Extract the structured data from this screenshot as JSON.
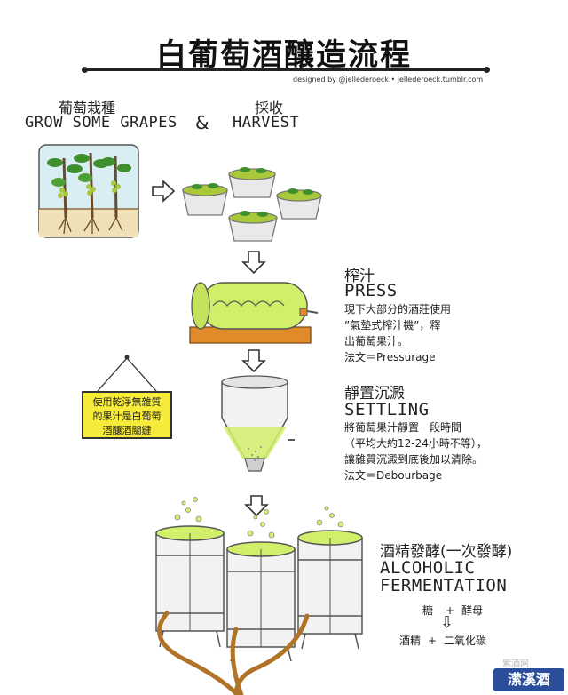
{
  "title": "白葡萄酒釀造流程",
  "credit": "designed by @jellederoeck • jellederoeck.tumblr.com",
  "grow": {
    "zh": "葡萄栽種",
    "en": "GROW SOME GRAPES"
  },
  "ampersand": "&",
  "harvest": {
    "zh": "採收",
    "en": "HARVEST"
  },
  "press": {
    "zh": "榨汁",
    "en": "PRESS",
    "desc": [
      "現下大部分的酒莊使用",
      "”氣墊式榨汁機”，釋",
      "出葡萄果汁。",
      "法文＝Pressurage"
    ]
  },
  "settling": {
    "zh": "靜置沉澱",
    "en": "SETTLING",
    "desc": [
      "將葡萄果汁靜置一段時間",
      "（平均大約12-24小時不等），",
      "讓雜質沉澱到底後加以清除。",
      "法文＝Debourbage"
    ]
  },
  "note": [
    "使用乾淨無雜質",
    "的果汁是白葡萄",
    "酒釀酒關鍵"
  ],
  "fermentation": {
    "zh": "酒精發酵(一次發酵)",
    "en1": "ALCOHOLIC",
    "en2": "FERMENTATION",
    "eq_top_a": "糖",
    "eq_top_plus": "+",
    "eq_top_b": "酵母",
    "eq_arrow": "⇩",
    "eq_bottom_a": "酒精",
    "eq_bottom_plus": "+",
    "eq_bottom_b": "二氧化碳"
  },
  "watermark": {
    "small": "紫酒网",
    "logo": "潆溪酒"
  },
  "colors": {
    "grape_green": "#a9c93a",
    "leaf_green": "#3f8f2e",
    "juice_green": "#d2ef6b",
    "note_yellow": "#f6ea3a",
    "pipe_brown": "#b07428",
    "press_tray": "#e08a2a",
    "sky_blue": "#d9eef3"
  }
}
